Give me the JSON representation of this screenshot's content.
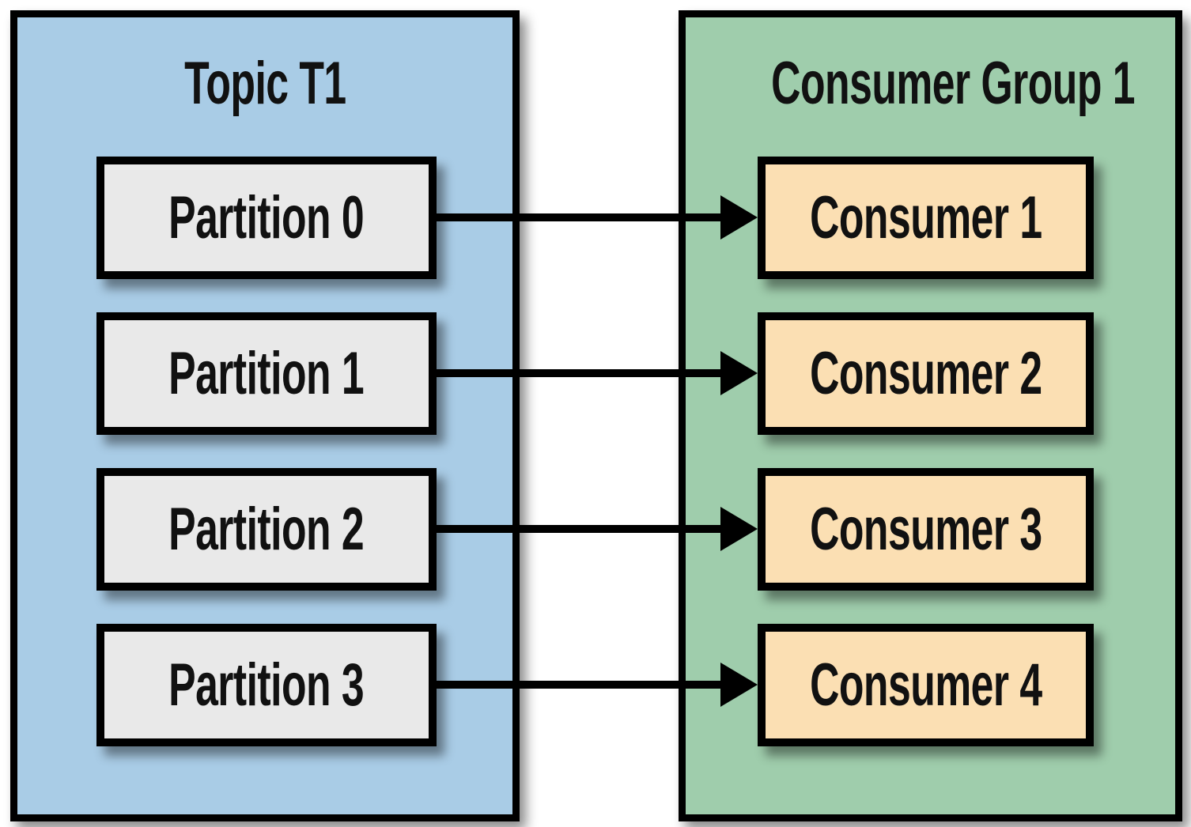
{
  "topic": {
    "title": "Topic T1",
    "partitions": [
      {
        "label": "Partition 0"
      },
      {
        "label": "Partition 1"
      },
      {
        "label": "Partition 2"
      },
      {
        "label": "Partition 3"
      }
    ]
  },
  "consumer_group": {
    "title": "Consumer Group 1",
    "consumers": [
      {
        "label": "Consumer 1"
      },
      {
        "label": "Consumer 2"
      },
      {
        "label": "Consumer 3"
      },
      {
        "label": "Consumer 4"
      }
    ]
  },
  "connections": [
    {
      "from": "Partition 0",
      "to": "Consumer 1"
    },
    {
      "from": "Partition 1",
      "to": "Consumer 2"
    },
    {
      "from": "Partition 2",
      "to": "Consumer 3"
    },
    {
      "from": "Partition 3",
      "to": "Consumer 4"
    }
  ],
  "colors": {
    "topic_fill": "#a9cce6",
    "group_fill": "#9fcdac",
    "partition_fill": "#e9e9e9",
    "consumer_fill": "#fbdfb3",
    "border": "#000000",
    "background": "#ffffff",
    "text": "#111111"
  }
}
